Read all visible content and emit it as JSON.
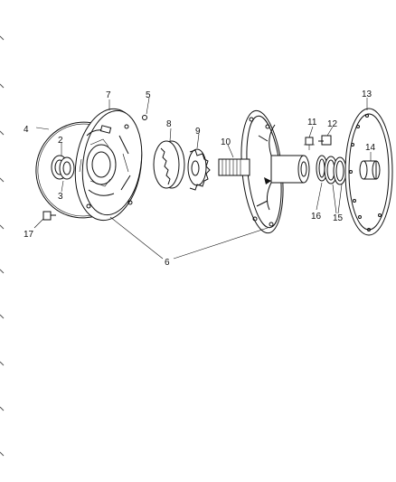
{
  "callouts": {
    "c1": "2",
    "c2": "3",
    "c3": "4",
    "c4": "5",
    "c5": "6",
    "c6": "7",
    "c7": "8",
    "c8": "9",
    "c9": "10",
    "c10": "11",
    "c11": "12",
    "c12": "13",
    "c13": "14",
    "c14": "15",
    "c15": "16",
    "c16": "17"
  }
}
